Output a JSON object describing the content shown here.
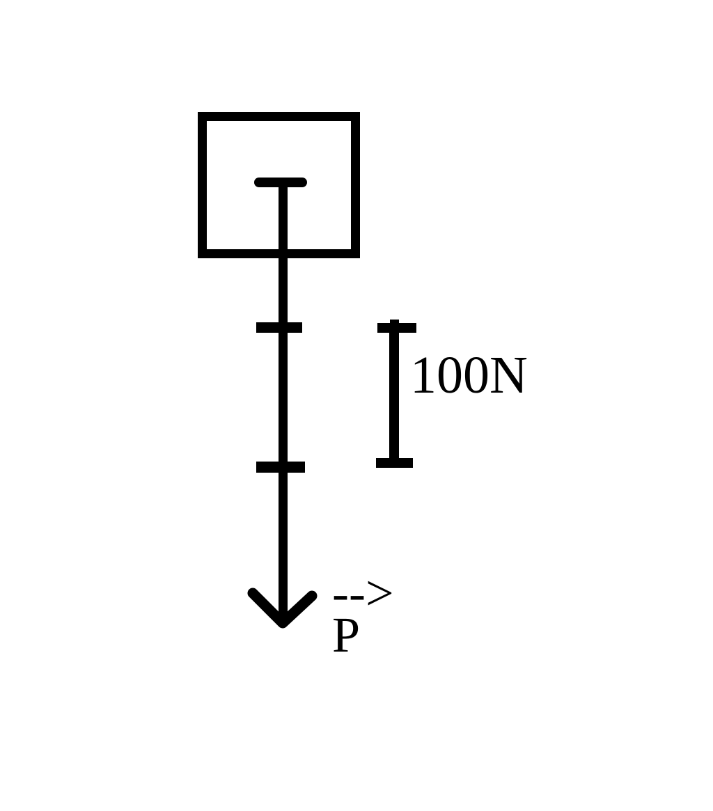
{
  "page": {
    "background_color": "#ffffff",
    "ink_color": "#000000"
  },
  "diagram": {
    "type": "free-body-force-diagram",
    "elements": {
      "block": "square block outline",
      "force_vector": "downward arrow from block",
      "scale_bar": "vertical capped reference bar"
    },
    "scale_label": "100N",
    "vector_arrow_mark": "-->",
    "vector_name": "P"
  }
}
